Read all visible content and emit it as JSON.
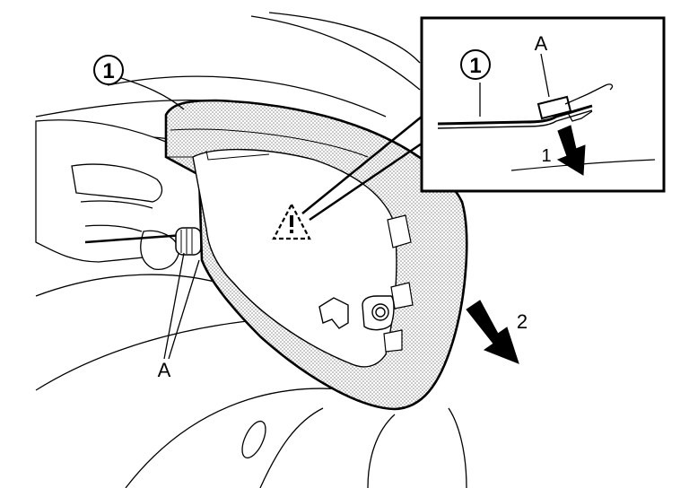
{
  "figure": {
    "labels": {
      "part_main": "1",
      "part_inset": "1",
      "clip_main": "A",
      "clip_inset": "A",
      "arrow_inset": "1",
      "arrow_main": "2"
    },
    "colors": {
      "line": "#000000",
      "background": "#ffffff",
      "shading": "#9a9a9a"
    },
    "icons": {
      "warning": "triangle-exclamation-icon",
      "pull_direction": "arrow-icon"
    }
  }
}
